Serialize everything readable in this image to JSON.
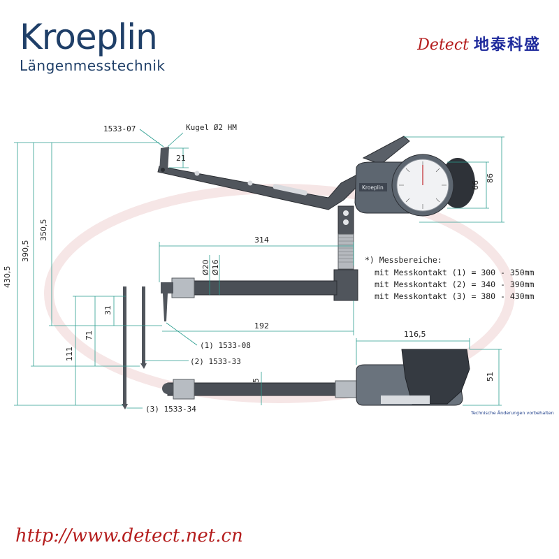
{
  "brand": {
    "name": "Kroeplin",
    "sub": "Längenmesstechnik"
  },
  "watermark": {
    "latin": "Detect",
    "cjk": "地泰科盛"
  },
  "footer": {
    "url": "http://www.detect.net.cn",
    "disclaimer": "Technische Änderungen vorbehalten"
  },
  "labels": {
    "part_1533_07": "1533-07",
    "kugel": "Kugel Ø2 HM",
    "part_1": "(1) 1533-08",
    "part_2": "(2) 1533-33",
    "part_3": "(3) 1533-34",
    "gauge_brand": "Kroeplin"
  },
  "dims": {
    "d21": "21",
    "d86": "86",
    "d66": "66",
    "d314": "314",
    "d20": "Ø20",
    "d16": "Ø16",
    "d192": "192",
    "d31": "31",
    "d71": "71",
    "d111": "111",
    "d430": "430,5",
    "d390": "390,5",
    "d350": "350,5",
    "d116": "116,5",
    "d51": "51",
    "d5": "5"
  },
  "notes": {
    "title": "*) Messbereiche:",
    "l1": "mit Messkontakt (1)  =  300 - 350mm",
    "l2": "mit Messkontakt (2)  =  340 - 390mm",
    "l3": "mit Messkontakt (3)  =  380 - 430mm"
  },
  "colors": {
    "dim_line": "#2a9d8f",
    "brand": "#1f3f68",
    "body": "#4a4f56",
    "accent": "#b41c1c"
  }
}
